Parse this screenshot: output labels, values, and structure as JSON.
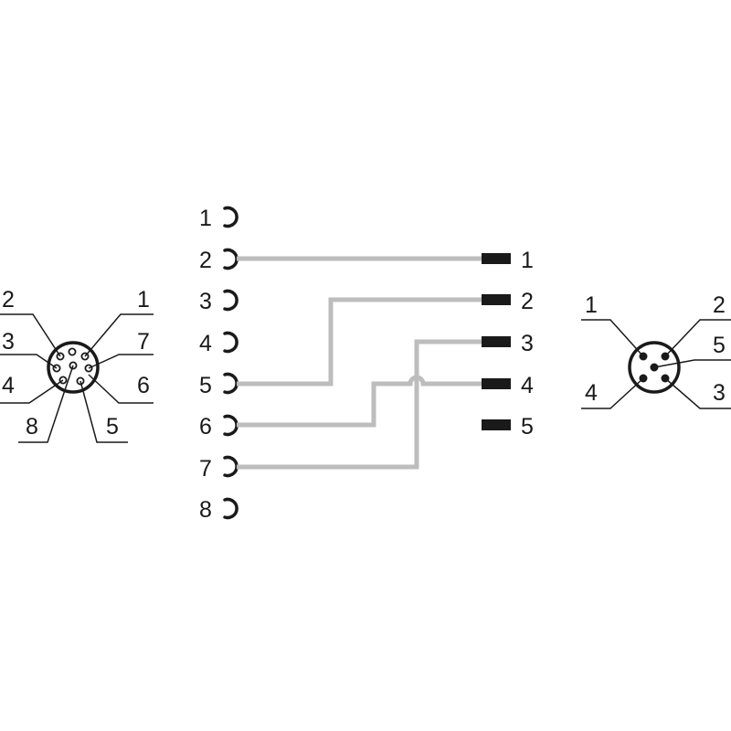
{
  "left_connector": {
    "pins": [
      "1",
      "2",
      "3",
      "4",
      "5",
      "6",
      "7",
      "8"
    ]
  },
  "right_connector": {
    "pins": [
      "1",
      "2",
      "3",
      "4",
      "5"
    ]
  },
  "center_left_pins": [
    "1",
    "2",
    "3",
    "4",
    "5",
    "6",
    "7",
    "8"
  ],
  "center_right_pins": [
    "1",
    "2",
    "3",
    "4",
    "5"
  ],
  "wiring": [
    {
      "from": "2",
      "to": "1"
    },
    {
      "from": "5",
      "to": "2"
    },
    {
      "from": "6",
      "to": "4"
    },
    {
      "from": "7",
      "to": "3"
    }
  ],
  "colors": {
    "wire": "#bdbdbd",
    "ink": "#1a1a1a"
  }
}
